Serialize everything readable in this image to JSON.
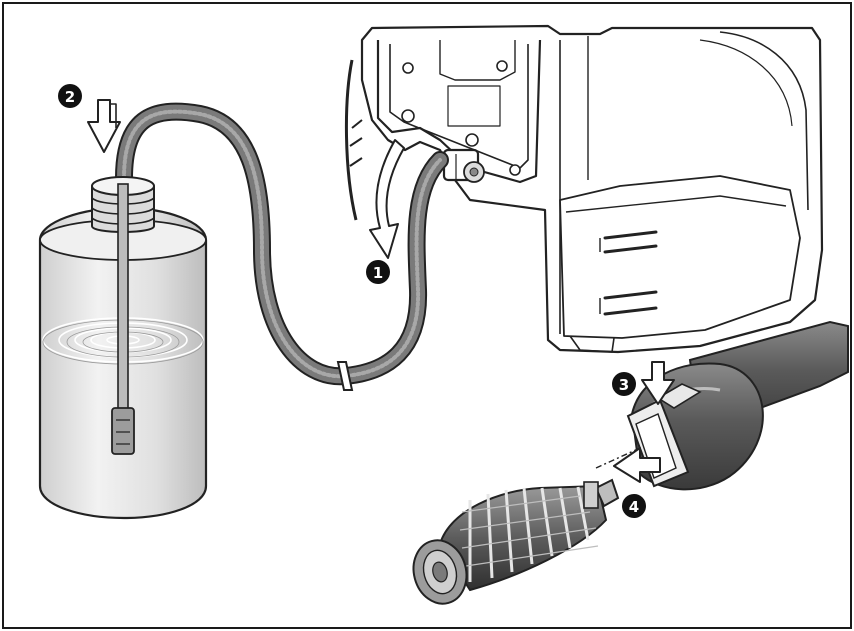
{
  "figure": {
    "steps": [
      {
        "number": "1",
        "icon": "curved-arrow-down-icon"
      },
      {
        "number": "2",
        "icon": "push-arrow-down-icon"
      },
      {
        "number": "3",
        "icon": "press-arrow-down-icon"
      },
      {
        "number": "4",
        "icon": "pull-arrow-left-icon"
      }
    ],
    "colors": {
      "background": "#ffffff",
      "frame": "#1a1a1a",
      "line": "#222222",
      "hose": "#6b6b6b",
      "bottle": "#e4e4e4",
      "badge": "#111111"
    }
  }
}
